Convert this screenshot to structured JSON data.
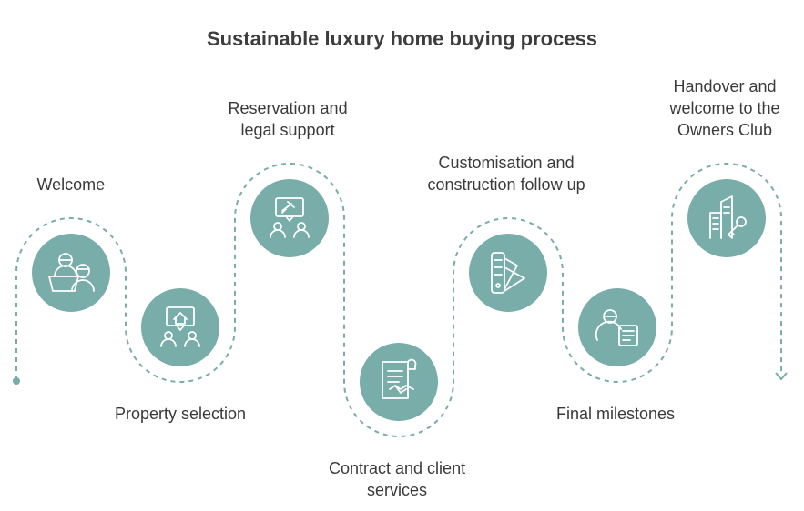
{
  "title": "Sustainable luxury home buying process",
  "colors": {
    "circle": "#78ada9",
    "path": "#78ada9",
    "icon": "#ffffff",
    "text": "#3a3a3a"
  },
  "steps": [
    {
      "lines": [
        "Welcome"
      ],
      "icon": "welcome-desk-icon"
    },
    {
      "lines": [
        "Property selection"
      ],
      "icon": "house-chat-icon"
    },
    {
      "lines": [
        "Reservation and",
        "legal support"
      ],
      "icon": "legal-gavel-chat-icon"
    },
    {
      "lines": [
        "Contract and client",
        "services"
      ],
      "icon": "contract-handshake-icon"
    },
    {
      "lines": [
        "Customisation and",
        "construction follow up"
      ],
      "icon": "color-swatch-icon"
    },
    {
      "lines": [
        "Final milestones"
      ],
      "icon": "person-checklist-icon"
    },
    {
      "lines": [
        "Handover and",
        "welcome to the",
        "Owners Club"
      ],
      "icon": "building-key-icon"
    }
  ]
}
